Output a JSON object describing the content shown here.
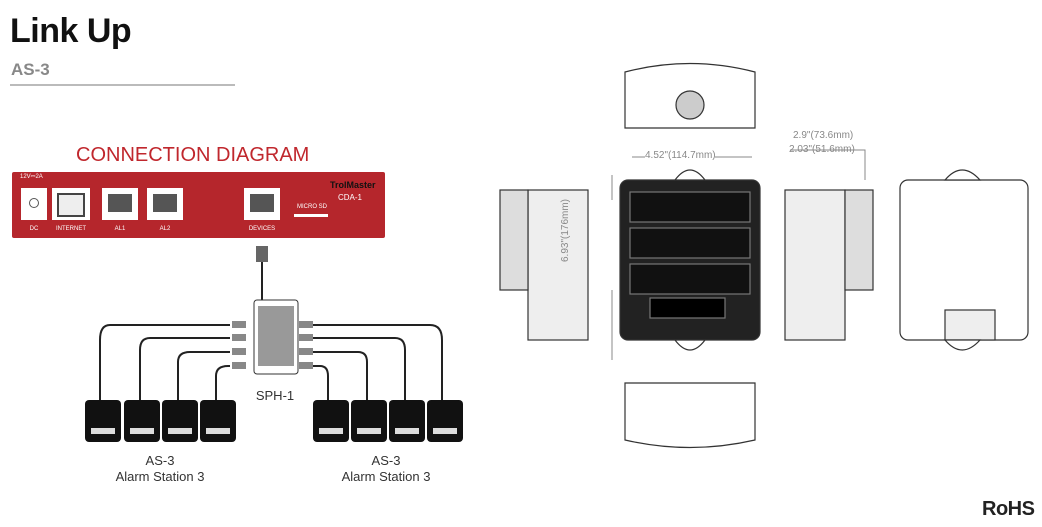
{
  "header": {
    "title": "Link Up",
    "subtitle": "AS-3"
  },
  "diagram": {
    "title": "CONNECTION DIAGRAM",
    "power_label": "12V⎓2A",
    "brand": "TrolMaster",
    "model": "CDA-1",
    "ports": [
      "DC",
      "INTERNET",
      "AL1",
      "AL2",
      "DEVICES"
    ],
    "microsd": "MICRO SD",
    "hub": "SPH-1",
    "left_group": {
      "name": "AS-3",
      "desc": "Alarm Station 3"
    },
    "right_group": {
      "name": "AS-3",
      "desc": "Alarm Station 3"
    }
  },
  "dimensions": {
    "width": "4.52\"(114.7mm)",
    "height": "6.93\"(176mm)",
    "depth_total": "2.9\"(73.6mm)",
    "depth_body": "2.03\"(51.6mm)"
  },
  "footer": {
    "cert": "RoHS"
  }
}
